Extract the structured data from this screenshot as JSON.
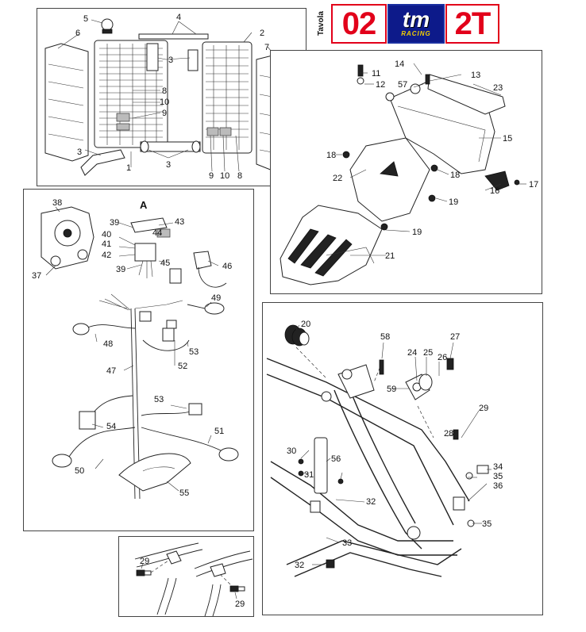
{
  "header": {
    "tavola_label": "Tavola",
    "table_number": "02",
    "logo_text": "tm",
    "logo_subtext": "RACING",
    "engine_type": "2T"
  },
  "colors": {
    "accent_red": "#e2001a",
    "logo_blue": "#0d1a8a",
    "logo_yellow": "#f4d000"
  },
  "panels": {
    "radiators": {
      "callouts": [
        "1",
        "2",
        "3",
        "3",
        "3",
        "4",
        "5",
        "6",
        "7",
        "8",
        "8",
        "9",
        "9",
        "10",
        "10"
      ]
    },
    "side_covers": {
      "callouts": [
        "11",
        "12",
        "13",
        "14",
        "57",
        "15",
        "16",
        "17",
        "18",
        "18",
        "19",
        "19",
        "21",
        "22",
        "23"
      ]
    },
    "electrics": {
      "section_letter": "A",
      "callouts": [
        "37",
        "38",
        "39",
        "39",
        "40",
        "41",
        "42",
        "43",
        "44",
        "45",
        "46",
        "47",
        "48",
        "49",
        "50",
        "51",
        "52",
        "53",
        "53",
        "54",
        "55"
      ]
    },
    "frame": {
      "callouts": [
        "20",
        "24",
        "25",
        "26",
        "27",
        "28",
        "29",
        "30",
        "31",
        "32",
        "32",
        "33",
        "34",
        "35",
        "35",
        "36",
        "56",
        "58",
        "59"
      ]
    },
    "detail": {
      "callouts": [
        "29",
        "29"
      ]
    }
  }
}
